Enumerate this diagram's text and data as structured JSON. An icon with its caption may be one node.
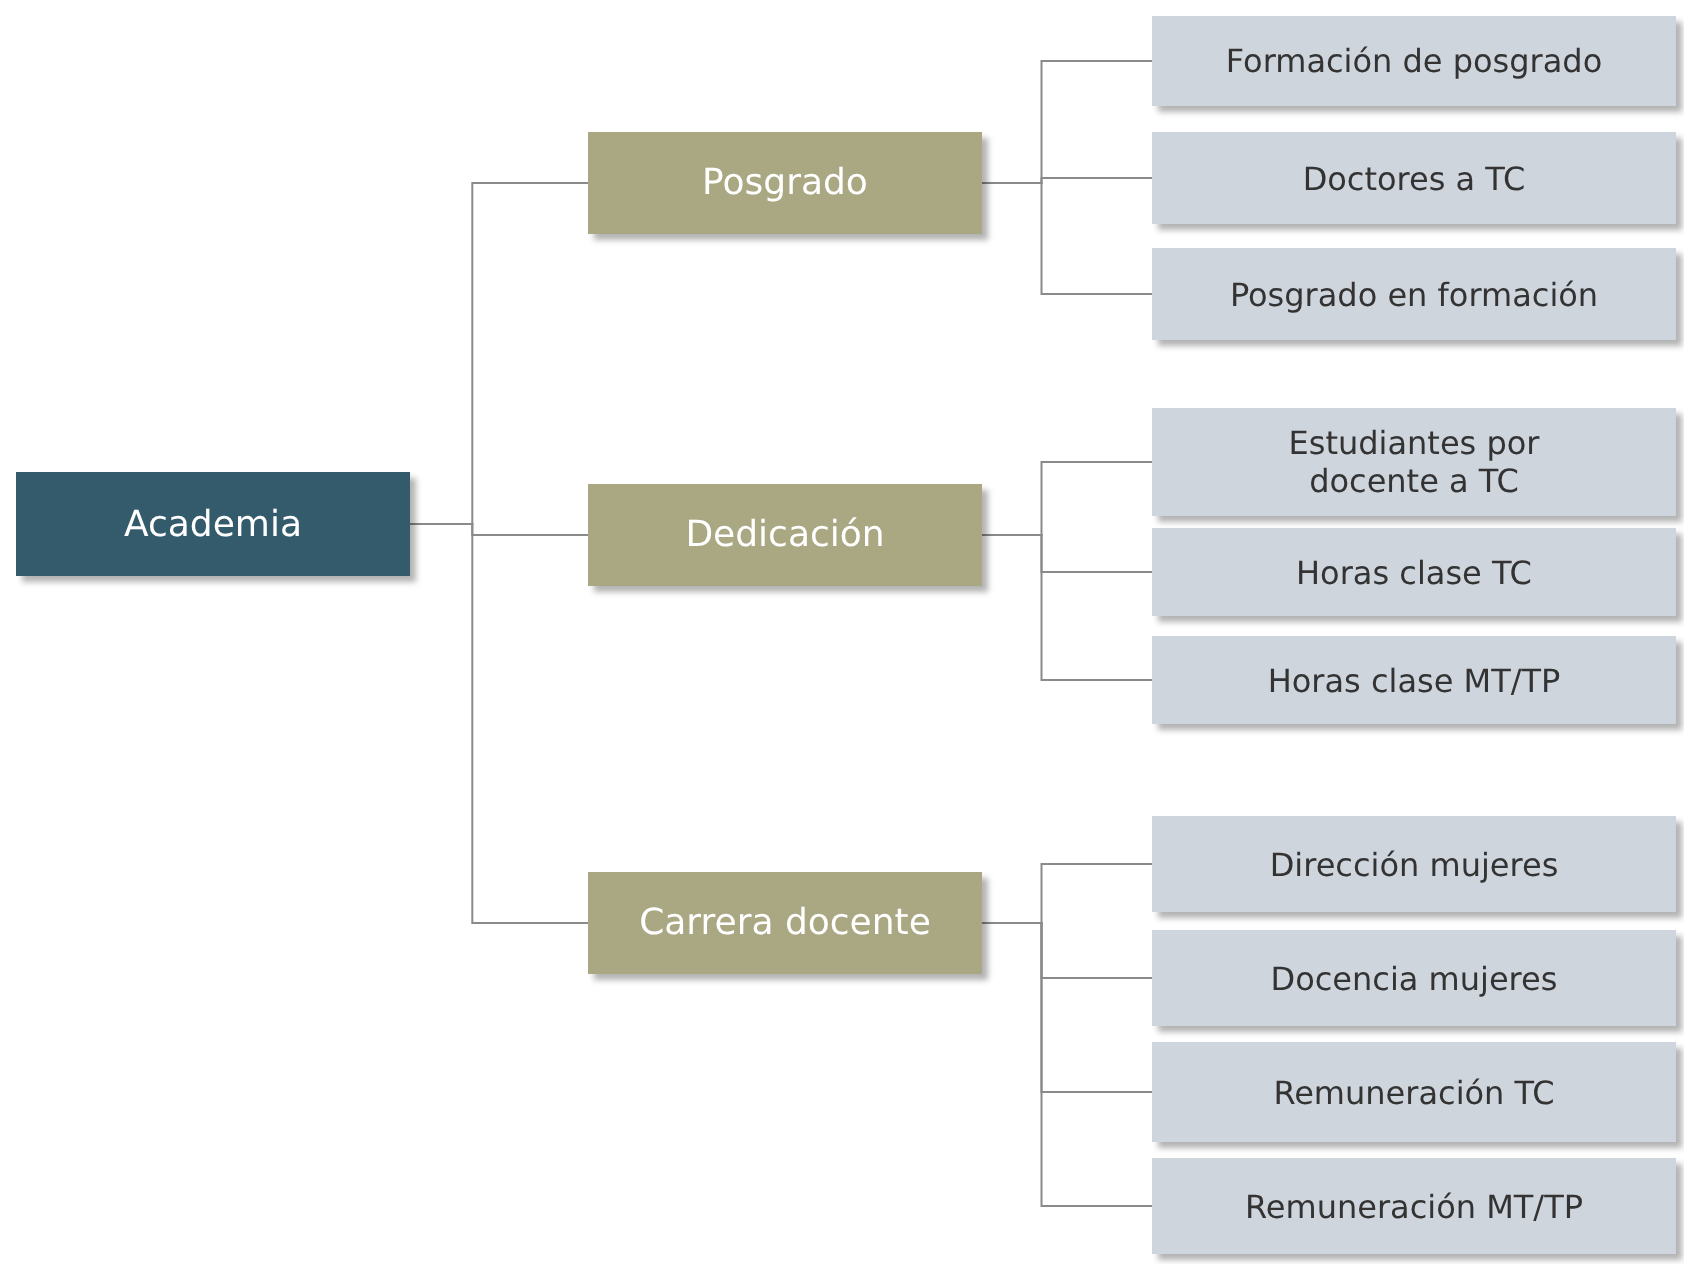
{
  "diagram": {
    "nodes": [
      {
        "text": [
          "Academia"
        ]
      },
      {
        "text": [
          "Posgrado"
        ]
      },
      {
        "text": [
          "Formación de posgrado"
        ]
      },
      {
        "text": [
          "Doctores a TC"
        ]
      },
      {
        "text": [
          "Posgrado en formación"
        ]
      },
      {
        "text": [
          "Dedicación"
        ]
      },
      {
        "text": [
          "Estudiantes por docente a TC"
        ]
      },
      {
        "text": [
          "Horas clase TC"
        ]
      },
      {
        "text": [
          "Horas clase MT/TP"
        ]
      },
      {
        "text": [
          "Carrera docente"
        ]
      },
      {
        "text": [
          "Dirección mujeres"
        ]
      },
      {
        "text": [
          "Docencia mujeres"
        ]
      },
      {
        "text": [
          "Remuneración TC"
        ]
      },
      {
        "text": [
          "Remuneración MT/TP"
        ]
      }
    ],
    "edges": [
      {
        "from": 0,
        "to": 1,
        "arrow": "none"
      },
      {
        "from": 0,
        "to": 5,
        "arrow": "none"
      },
      {
        "from": 0,
        "to": 9,
        "arrow": "none"
      },
      {
        "from": 1,
        "to": 2,
        "arrow": "none"
      },
      {
        "from": 1,
        "to": 3,
        "arrow": "none"
      },
      {
        "from": 1,
        "to": 4,
        "arrow": "none"
      },
      {
        "from": 5,
        "to": 6,
        "arrow": "none"
      },
      {
        "from": 5,
        "to": 7,
        "arrow": "none"
      },
      {
        "from": 5,
        "to": 8,
        "arrow": "none"
      },
      {
        "from": 9,
        "to": 10,
        "arrow": "none"
      },
      {
        "from": 9,
        "to": 11,
        "arrow": "none"
      },
      {
        "from": 9,
        "to": 12,
        "arrow": "none"
      },
      {
        "from": 9,
        "to": 13,
        "arrow": "none"
      }
    ]
  }
}
